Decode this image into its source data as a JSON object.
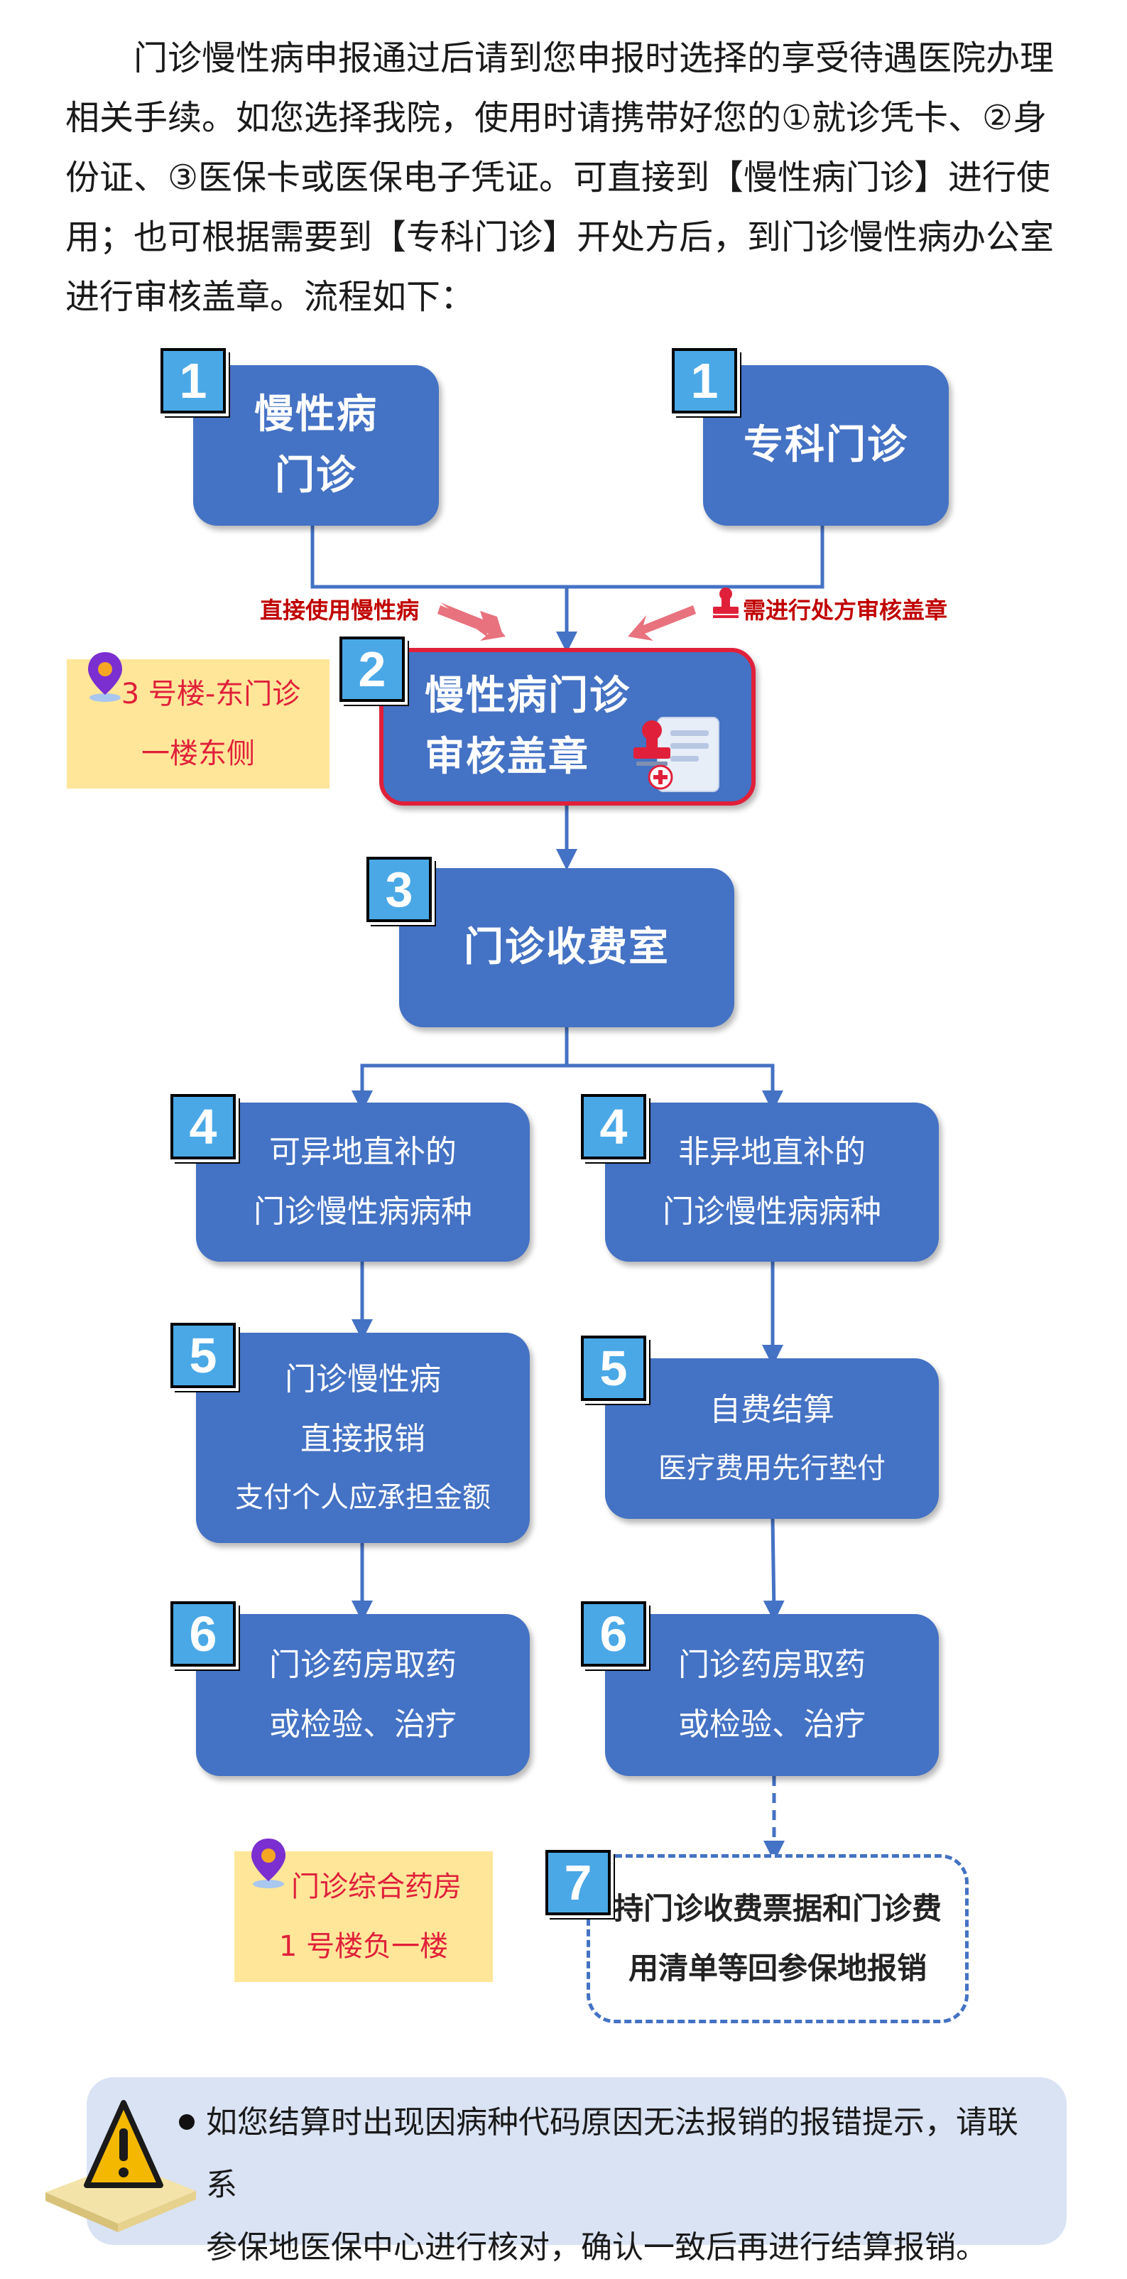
{
  "intro": {
    "lines": [
      "门诊慢性病申报通过后请到您申报时选择的享受待遇医院办理",
      "相关手续。如您选择我院，使用时请携带好您的①就诊凭卡、②身",
      "份证、③医保卡或医保电子凭证。可直接到【慢性病门诊】进行使",
      "用；也可根据需要到【专科门诊】开处方后，到门诊慢性病办公室",
      "进行审核盖章。流程如下："
    ]
  },
  "steps": {
    "s1a": {
      "num": "1",
      "lines": [
        "慢性病",
        "门诊"
      ]
    },
    "s1b": {
      "num": "1",
      "lines": [
        "专科门诊"
      ]
    },
    "s2": {
      "num": "2",
      "lines": [
        "慢性病门诊",
        "审核盖章"
      ]
    },
    "s3": {
      "num": "3",
      "lines": [
        "门诊收费室"
      ]
    },
    "s4a": {
      "num": "4",
      "lines": [
        "可异地直补的",
        "门诊慢性病病种"
      ]
    },
    "s4b": {
      "num": "4",
      "lines": [
        "非异地直补的",
        "门诊慢性病病种"
      ]
    },
    "s5a": {
      "num": "5",
      "lines": [
        "门诊慢性病",
        "直接报销",
        "支付个人应承担金额"
      ]
    },
    "s5b": {
      "num": "5",
      "lines": [
        "自费结算",
        "医疗费用先行垫付"
      ]
    },
    "s6a": {
      "num": "6",
      "lines": [
        "门诊药房取药",
        "或检验、治疗"
      ]
    },
    "s6b": {
      "num": "6",
      "lines": [
        "门诊药房取药",
        "或检验、治疗"
      ]
    },
    "s7": {
      "num": "7",
      "lines": [
        "持门诊收费票据和门诊费",
        "用清单等回参保地报销"
      ]
    }
  },
  "labels": {
    "direct_use": "直接使用慢性病",
    "need_stamp": "需进行处方审核盖章"
  },
  "notes": {
    "location1": {
      "lines": [
        "3 号楼-东门诊",
        "一楼东侧"
      ]
    },
    "location2": {
      "lines": [
        "门诊综合药房",
        "1 号楼负一楼"
      ]
    }
  },
  "warning": {
    "lines": [
      "如您结算时出现因病种代码原因无法报销的报错提示，请联系",
      "参保地医保中心进行核对，确认一致后再进行结算报销。"
    ]
  },
  "icons": {
    "pin": "map-pin-icon",
    "stamp": "stamp-icon",
    "document": "document-stamp-icon",
    "warning": "warning-triangle-icon"
  },
  "colors": {
    "box_fill": "#4472c4",
    "badge_fill": "#4aa8e6",
    "highlight_border": "#e0203a",
    "note_fill": "#ffe699",
    "note_text": "#e0203a",
    "warning_fill": "#dae3f3",
    "label_red": "#c00000"
  }
}
